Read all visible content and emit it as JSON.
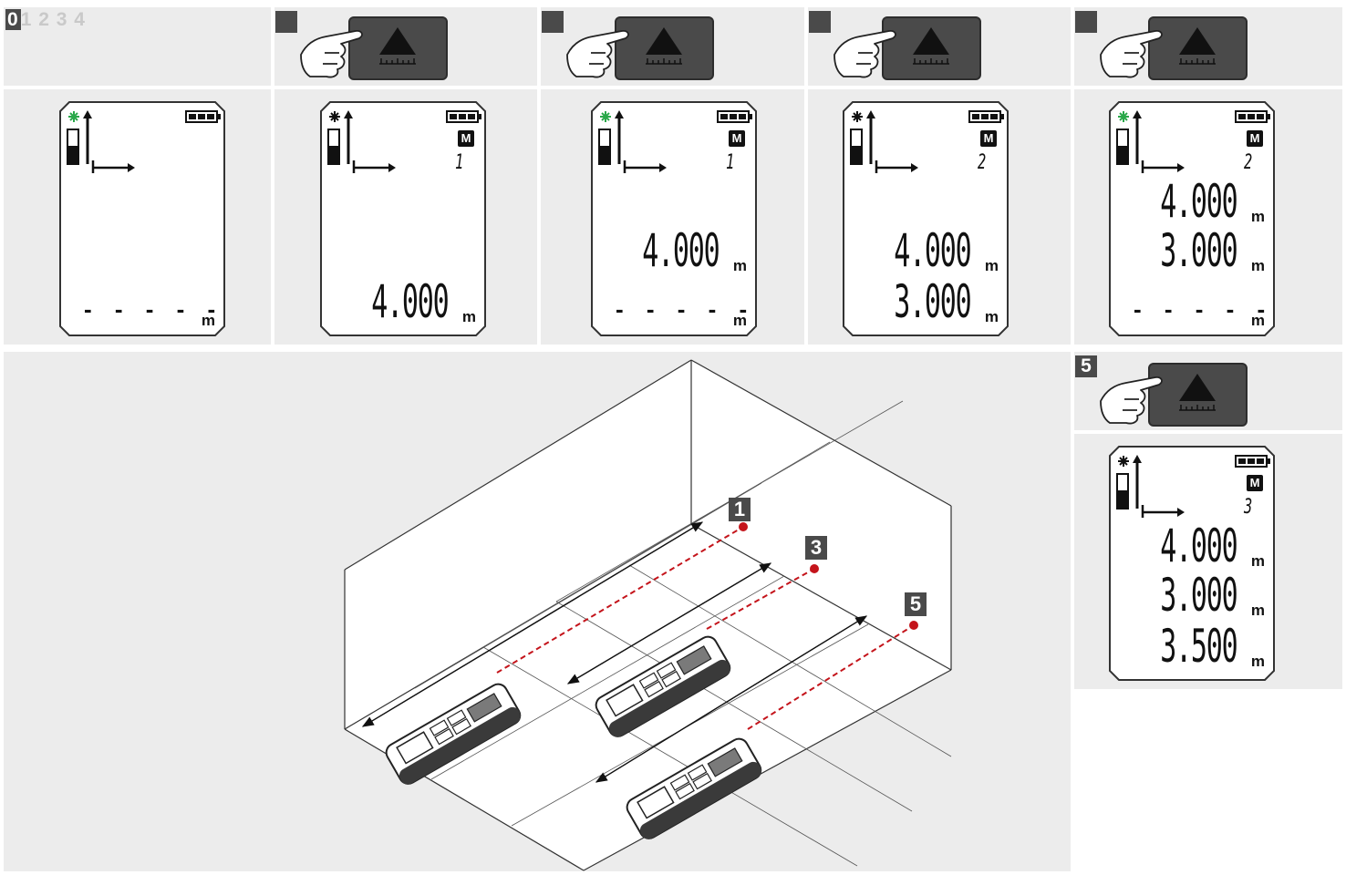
{
  "step_indicator": {
    "current": "0",
    "rest": "1 2 3 4"
  },
  "steps": [
    {
      "badge": "",
      "lcd": {
        "laser_active": true,
        "memory": null,
        "index": null,
        "lines": [],
        "dashes": "- - - - -"
      }
    },
    {
      "badge": "",
      "lcd": {
        "laser_active": false,
        "memory": "M",
        "index": "1",
        "lines": [
          "4.000"
        ],
        "dashes": ""
      }
    },
    {
      "badge": "",
      "lcd": {
        "laser_active": true,
        "memory": "M",
        "index": "1",
        "lines": [
          "4.000"
        ],
        "dashes": "- - - - -"
      }
    },
    {
      "badge": "",
      "lcd": {
        "laser_active": false,
        "memory": "M",
        "index": "2",
        "lines": [
          "4.000",
          "3.000"
        ],
        "dashes": ""
      }
    },
    {
      "badge": "",
      "lcd": {
        "laser_active": true,
        "memory": "M",
        "index": "2",
        "lines": [
          "4.000",
          "3.000"
        ],
        "dashes": "- - - - -"
      }
    }
  ],
  "step5": {
    "badge": "5",
    "lcd": {
      "laser_active": false,
      "memory": "M",
      "index": "3",
      "lines": [
        "4.000",
        "3.000",
        "3.500"
      ],
      "dashes": ""
    }
  },
  "unit": "m",
  "room_labels": [
    "1",
    "3",
    "5"
  ],
  "icons": {
    "hand": "pointing-hand-icon",
    "button": "measure-button-icon",
    "battery": "battery-icon",
    "laser": "laser-icon",
    "arrow": "distance-arrow-icon"
  },
  "colors": {
    "panel": "#ececec",
    "badge": "#4a4a4a",
    "button": "#4a4a4a",
    "laser_green": "#2aa84a",
    "laser_red": "#c4141b"
  }
}
